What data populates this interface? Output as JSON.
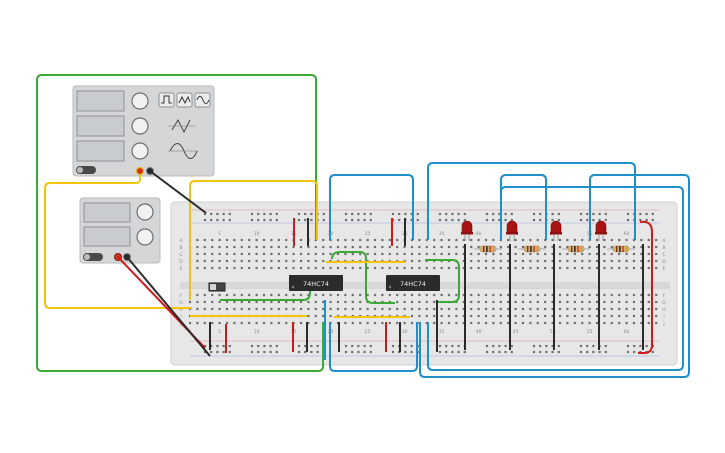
{
  "function_generator": {
    "power_label": "",
    "waveform_buttons": [
      "square-wave",
      "triangle-wave",
      "sine-wave"
    ],
    "row_waveforms": [
      "square",
      "triangle",
      "sine"
    ],
    "knob_labels": [
      "",
      "",
      ""
    ]
  },
  "power_supply": {
    "power_label": "",
    "displays": [
      "",
      ""
    ]
  },
  "breadboard": {
    "row_letters_top": [
      "A",
      "B",
      "C",
      "D",
      "E"
    ],
    "row_letters_bottom": [
      "F",
      "G",
      "H",
      "I",
      "J"
    ],
    "column_numbers_top": [
      "1",
      "5",
      "10",
      "15",
      "20",
      "25",
      "30",
      "35",
      "40",
      "45",
      "50",
      "55",
      "60"
    ],
    "column_numbers_bottom": [
      "1",
      "5",
      "10",
      "15",
      "20",
      "25",
      "30",
      "35",
      "40",
      "45",
      "50",
      "55",
      "60"
    ]
  },
  "chips": [
    {
      "label": "74HC74"
    },
    {
      "label": "74HC74"
    }
  ],
  "colors": {
    "wire_green": "#3aa935",
    "wire_yellow": "#f2c40c",
    "wire_blue": "#1f8fc9",
    "wire_red": "#d0191b",
    "wire_black": "#2a2a2a",
    "led_red": "#a81414",
    "chip": "#2b2b2b",
    "board": "#e7e7e7"
  }
}
